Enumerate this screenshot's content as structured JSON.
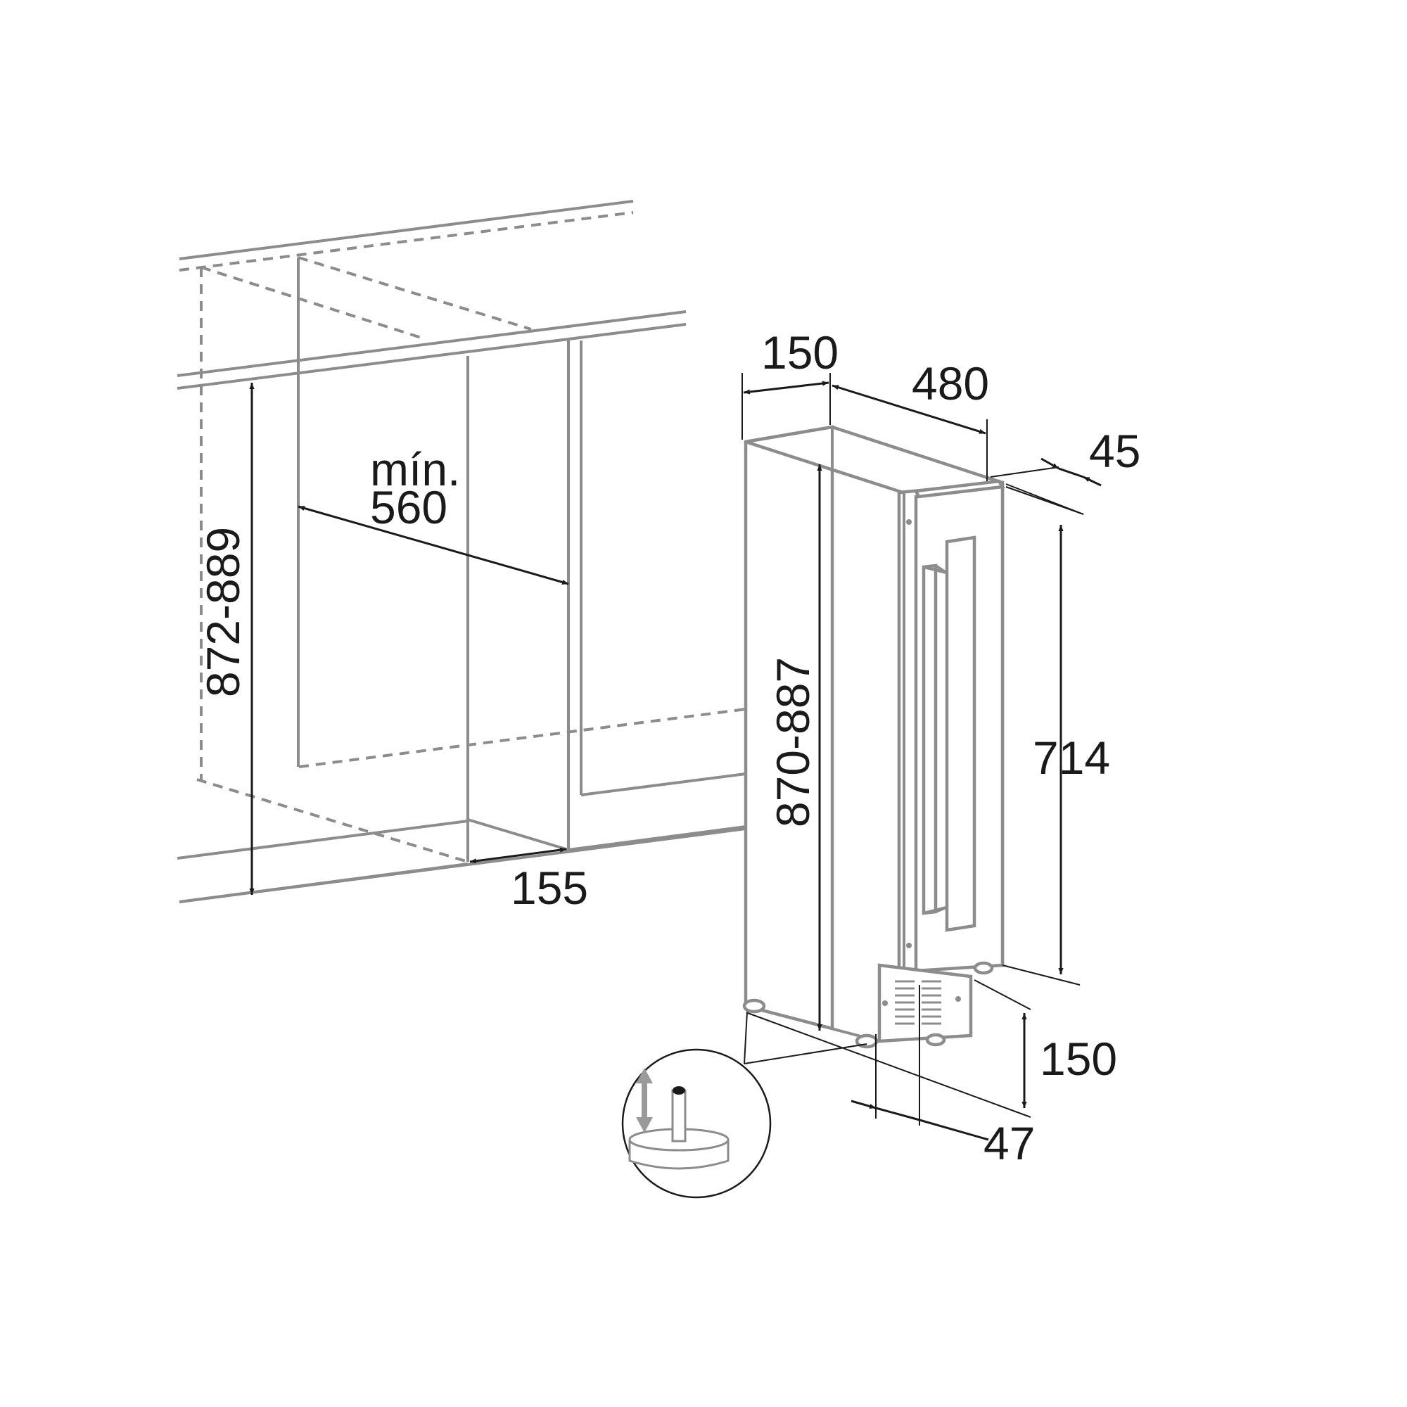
{
  "labels": {
    "min_width_word": "mín.",
    "min_width_value": "560",
    "niche_height": "872-889",
    "side_gap": "155",
    "appliance_height": "870-887",
    "top_width": "150",
    "top_depth": "480",
    "door_offset": "45",
    "door_height": "714",
    "plinth_height": "150",
    "plinth_depth": "47"
  },
  "colors": {
    "outline": "#8c8c8c",
    "dimension": "#1a1a1a",
    "background": "#ffffff"
  },
  "icons": {
    "adjustable_foot": "adjustable-foot-icon",
    "up_down_arrow": "up-down-arrow-icon"
  }
}
